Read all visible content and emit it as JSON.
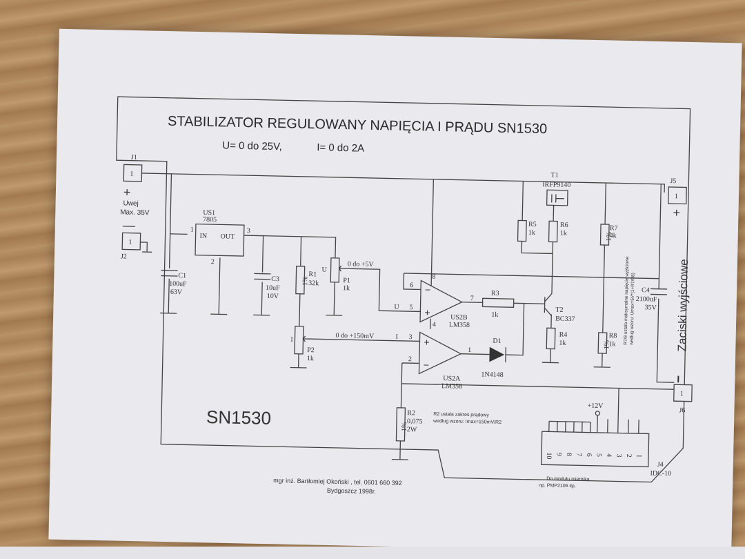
{
  "title": "STABILIZATOR REGULOWANY NAPIĘCIA I PRĄDU SN1530",
  "subtitle_u": "U= 0 do 25V,",
  "subtitle_i": "I= 0 do 2A",
  "board_name": "SN1530",
  "footer_line1": "mgr inż. Bartłomiej Okoński , tel. 0601 660 392",
  "footer_line2": "Bydgoszcz 1998r.",
  "output_label": "Zaciski wyjściowe",
  "connectors": {
    "j1": "J1",
    "j1_pin": "1",
    "j2": "J2",
    "j2_pin": "1",
    "j5": "J5",
    "j5_pin": "1",
    "j6": "J6",
    "j6_pin": "1",
    "j4": "J4",
    "j4_type": "IDC-10",
    "input_line1": "Uwej",
    "input_line2": "Max. 35V",
    "plus": "+",
    "minus": "—",
    "out_minus": "I"
  },
  "components": {
    "us1_name": "US1",
    "us1_type": "7805",
    "us1_in": "IN",
    "us1_out": "OUT",
    "pin1": "1",
    "pin2": "2",
    "pin3": "3",
    "c1_name": "C1",
    "c1_val": "100uF",
    "c1_volt": "63V",
    "c3_name": "C3",
    "c3_val": "10uF",
    "c3_volt": "10V",
    "r1_name": "R1",
    "r1_val": "32k",
    "r1_tol": "1%",
    "p1_name": "P1",
    "p1_val": "1k",
    "p1_range": "0 do +5V",
    "p1_u": "U",
    "p2_name": "P2",
    "p2_val": "1k",
    "p2_range": "0 do +150mV",
    "us2b_name": "US2B",
    "us2b_type": "LM358",
    "us2a_name": "US2A",
    "us2a_type": "LM358",
    "r3_name": "R3",
    "r3_val": "1k",
    "t1_name": "T1",
    "t1_type": "IRFP9140",
    "t2_name": "T2",
    "t2_type": "BC337",
    "r5_name": "R5",
    "r5_val": "1k",
    "r6_name": "R6",
    "r6_val": "1k",
    "r7_name": "R7",
    "r7_val": "4k",
    "r7_tol": "1%",
    "r4_name": "R4",
    "r4_val": "1k",
    "r8_name": "R8",
    "r8_val": "1k",
    "r8_tol": "1%",
    "c4_name": "C4",
    "c4_val": "2100uF",
    "c4_volt": "35V",
    "d1_name": "D1",
    "d1_type": "1N4148",
    "r2_name": "R2",
    "r2_val": "0,075",
    "r2_pow": "2W",
    "r2_tol": "1%",
    "pin_n6": "6",
    "pin_n5": "5",
    "pin_n7": "7",
    "pin_n8": "8",
    "pin_n4": "4",
    "pin_n3": "3",
    "pin_n2": "2",
    "pin_n1": "1",
    "u_label": "U",
    "i_label": "I",
    "plus12": "+12V"
  },
  "notes": {
    "r2_line1": "R2 ustala zakres prądowy",
    "r2_line2": "według wzoru: Imax=150mV/R2",
    "r78_line1": "R7/8 ustala maksymalne napięcie wyjściowe",
    "r78_line2": "według wzoru: Umax=5V*(1+R7/R8)",
    "module_line1": "Do modułu miernika",
    "module_line2": "np. PMP2106 itp."
  },
  "idc_pins": [
    "10",
    "9",
    "8",
    "7",
    "6",
    "5",
    "4",
    "3",
    "2",
    "1"
  ]
}
